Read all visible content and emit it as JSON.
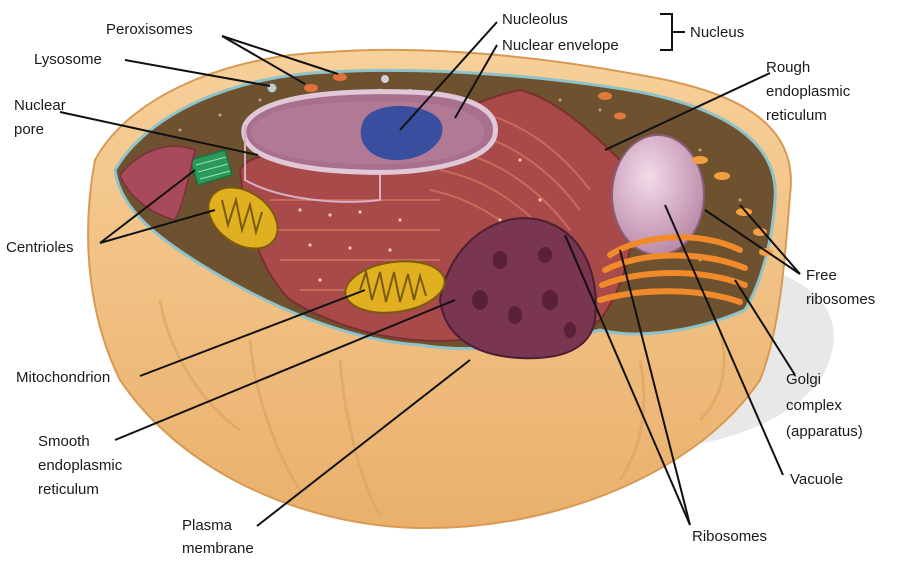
{
  "diagram": {
    "labels": {
      "peroxisomes": "Peroxisomes",
      "lysosome": "Lysosome",
      "nuclear_pore": [
        "Nuclear",
        "pore"
      ],
      "centrioles": "Centrioles",
      "mitochondrion": "Mitochondrion",
      "smooth_er": [
        "Smooth",
        "endoplasmic",
        "reticulum"
      ],
      "plasma_membrane": [
        "Plasma",
        "membrane"
      ],
      "nucleolus": "Nucleolus",
      "nuclear_envelope": "Nuclear envelope",
      "nucleus": "Nucleus",
      "rough_er": [
        "Rough",
        "endoplasmic",
        "reticulum"
      ],
      "free_ribosomes": [
        "Free",
        "ribosomes"
      ],
      "golgi": [
        "Golgi",
        "complex",
        "(apparatus)"
      ],
      "vacuole": "Vacuole",
      "ribosomes": "Ribosomes"
    },
    "colors": {
      "cell_outer": "#f5c98a",
      "cytoplasm": "#6e5230",
      "nucleus_body": "#a8708c",
      "nucleolus": "#3a4ea0",
      "rough_er": "#a84a4a",
      "smooth_er": "#7a3550",
      "mitochondrion": "#e0b020",
      "golgi": "#f08a2a",
      "vacuole": "#d8b0c8",
      "centriole": "#2a9a5a",
      "leader_line": "#111111"
    }
  }
}
